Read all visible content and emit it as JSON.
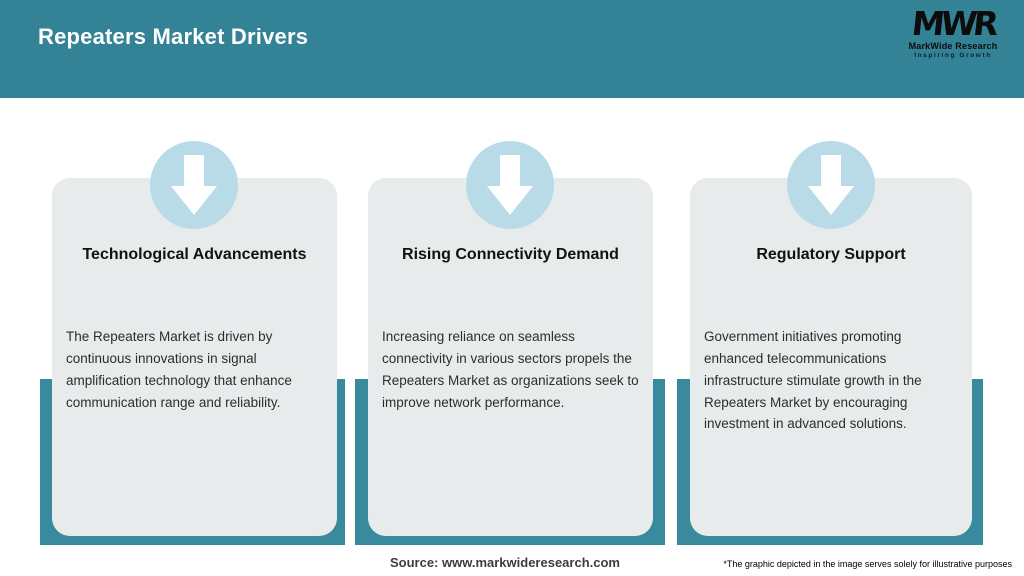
{
  "header": {
    "title": "Repeaters Market Drivers",
    "logo": {
      "acronym": "MWR",
      "name": "MarkWide Research",
      "tagline": "Inspiring Growth"
    }
  },
  "cards": [
    {
      "icon": "down-arrow-icon",
      "title": "Technological Advancements",
      "description": "The Repeaters Market is driven by continuous innovations in signal amplification technology that enhance communication range and reliability."
    },
    {
      "icon": "down-arrow-icon",
      "title": "Rising Connectivity Demand",
      "description": "Increasing reliance on seamless connectivity in various sectors propels the Repeaters Market as organizations seek to improve network performance."
    },
    {
      "icon": "down-arrow-icon",
      "title": "Regulatory Support",
      "description": "Government initiatives promoting enhanced telecommunications infrastructure stimulate growth in the Repeaters Market by encouraging investment in advanced solutions."
    }
  ],
  "footer": {
    "source": "Source: www.markwideresearch.com",
    "disclaimer": "*The graphic depicted in the image serves solely for illustrative purposes"
  },
  "colors": {
    "header_teal": "#338296",
    "bar_teal": "#3A8A9E",
    "circle_blue": "#B9DBE7",
    "card_gray": "#E8EBEC"
  }
}
